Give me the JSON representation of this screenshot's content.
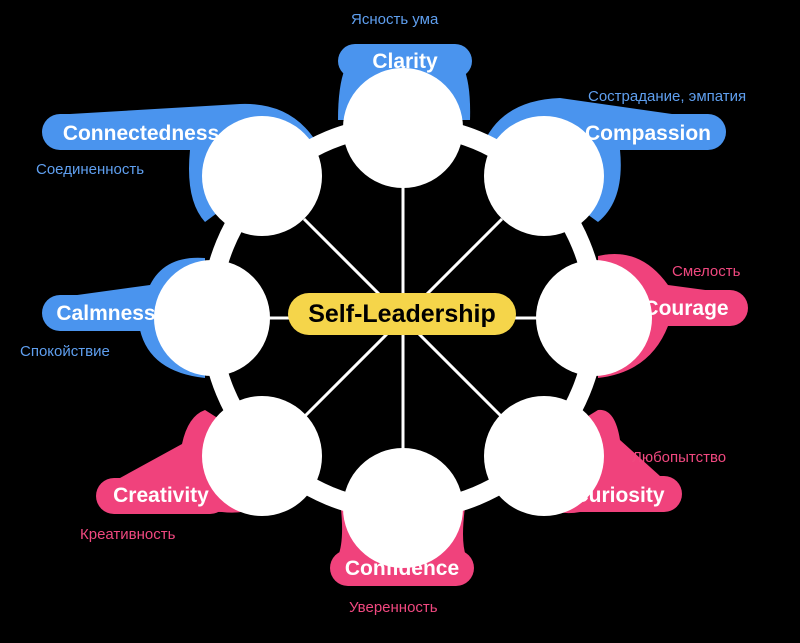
{
  "colors": {
    "blue": "#4a94ee",
    "pink": "#f0427c",
    "center": "#f5d54a",
    "ring": "#ffffff",
    "background": "#000000"
  },
  "center": {
    "label": "Self-Leadership"
  },
  "qualities": [
    {
      "id": "clarity",
      "label": "Clarity",
      "translation": "Ясность ума",
      "color": "blue"
    },
    {
      "id": "compassion",
      "label": "Compassion",
      "translation": "Сострадание, эмпатия",
      "color": "blue"
    },
    {
      "id": "courage",
      "label": "Courage",
      "translation": "Смелость",
      "color": "pink"
    },
    {
      "id": "curiosity",
      "label": "Curiosity",
      "translation": "Любопытство",
      "color": "pink"
    },
    {
      "id": "confidence",
      "label": "Confidence",
      "translation": "Уверенность",
      "color": "pink"
    },
    {
      "id": "creativity",
      "label": "Creativity",
      "translation": "Креативность",
      "color": "pink"
    },
    {
      "id": "calmness",
      "label": "Calmness",
      "translation": "Спокойствие",
      "color": "blue"
    },
    {
      "id": "connectedness",
      "label": "Connectedness",
      "translation": "Соединенность",
      "color": "blue"
    }
  ]
}
